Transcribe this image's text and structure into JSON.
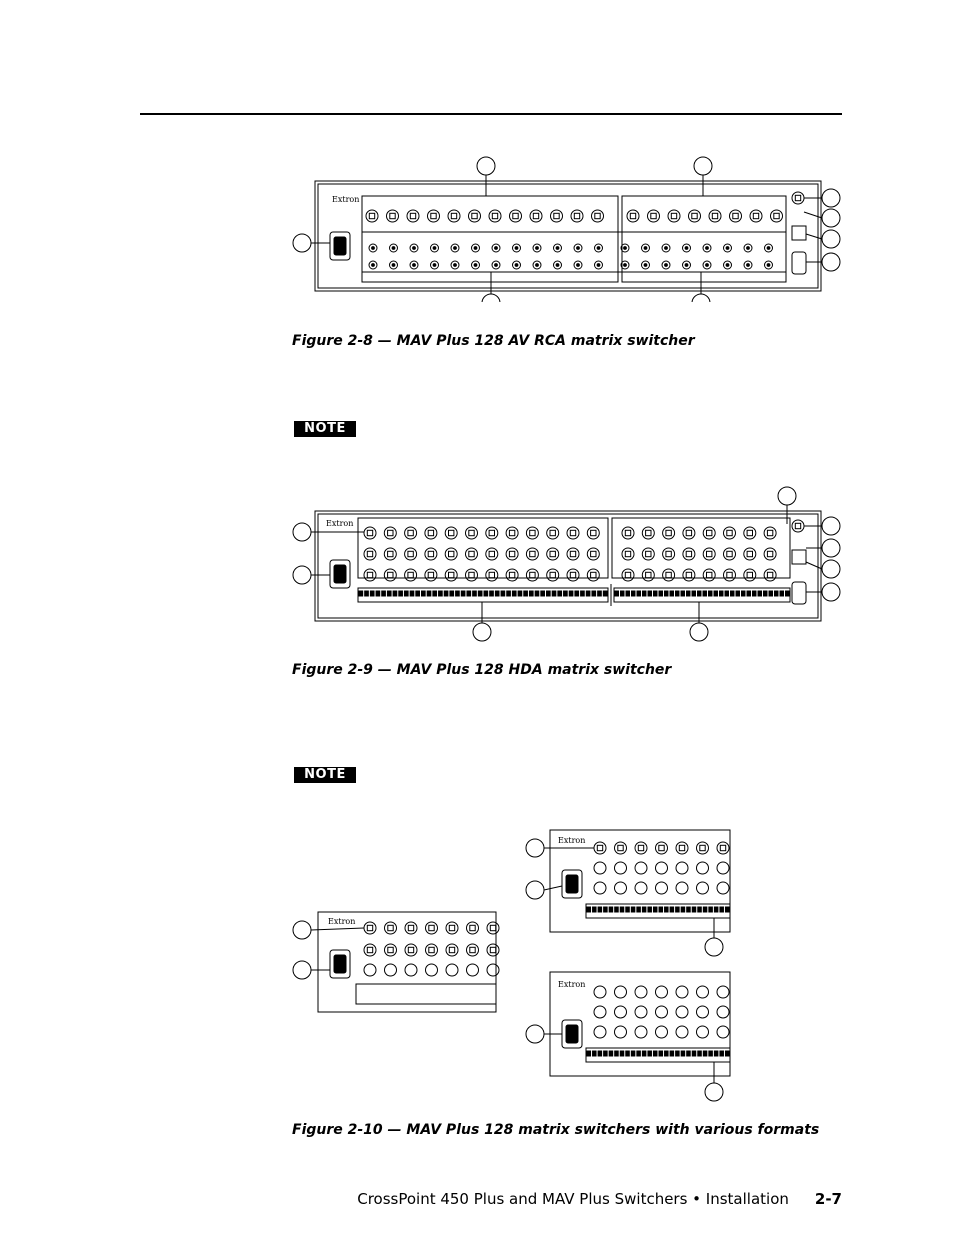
{
  "figures": [
    {
      "id": "2-8",
      "caption": "Figure 2-8 — MAV Plus 128 AV RCA matrix switcher",
      "brand": "Extron"
    },
    {
      "id": "2-9",
      "caption": "Figure 2-9 — MAV Plus 128 HDA matrix switcher",
      "brand": "Extron"
    },
    {
      "id": "2-10",
      "caption": "Figure 2-10 — MAV Plus 128 matrix switchers with various formats",
      "brand": "Extron"
    }
  ],
  "notes": [
    {
      "label": "NOTE"
    },
    {
      "label": "NOTE"
    }
  ],
  "footer": {
    "title": "CrossPoint 450 Plus and MAV Plus Switchers • Installation",
    "page": "2-7"
  }
}
